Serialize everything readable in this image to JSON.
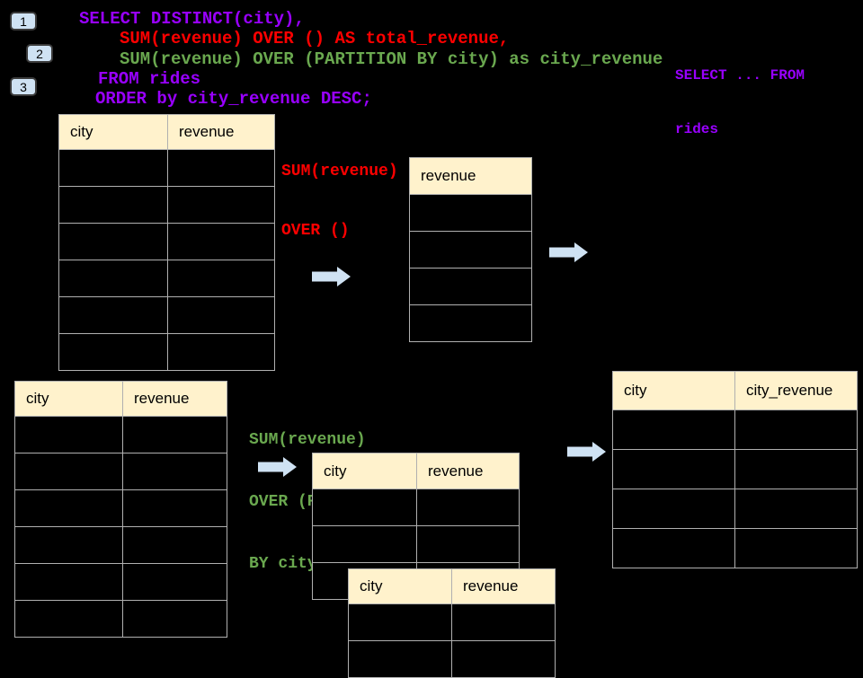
{
  "colors": {
    "background": "#000000",
    "purple": "#9900ff",
    "red": "#ff0000",
    "green": "#6aa84f",
    "header_fill": "#fff2cc",
    "table_border": "#b0b0b0",
    "arrow_fill": "#cfe2f3",
    "badge_fill": "#cfe2f3"
  },
  "badges": [
    {
      "label": "1"
    },
    {
      "label": "2"
    },
    {
      "label": "3"
    }
  ],
  "sql_code": {
    "line1": "SELECT DISTINCT(city),",
    "line2": "SUM(revenue) OVER () AS total_revenue,",
    "line3": "SUM(revenue) OVER (PARTITION BY city) as city_revenue",
    "line4": "FROM rides",
    "line5": "ORDER by city_revenue DESC;"
  },
  "side_note": {
    "line1": "SELECT ... FROM",
    "line2": "rides"
  },
  "annotations": {
    "total": {
      "line1": "SUM(revenue)",
      "line2": "OVER ()"
    },
    "partition": {
      "line1": "SUM(revenue)",
      "line2": "OVER (PARTITION",
      "line3": "BY city)"
    }
  },
  "tables": {
    "source_top": {
      "columns": [
        "city",
        "revenue"
      ],
      "body_rows": 6
    },
    "total_revenue": {
      "columns": [
        "revenue"
      ],
      "body_rows": 4
    },
    "source_bottom": {
      "columns": [
        "city",
        "revenue"
      ],
      "body_rows": 6
    },
    "partition_front": {
      "columns": [
        "city",
        "revenue"
      ],
      "body_rows": 3
    },
    "partition_back": {
      "columns": [
        "city",
        "revenue"
      ],
      "body_rows": 2
    },
    "result": {
      "columns": [
        "city",
        "city_revenue"
      ],
      "body_rows": 4
    }
  },
  "icons": {
    "arrow": "block-arrow-right"
  }
}
